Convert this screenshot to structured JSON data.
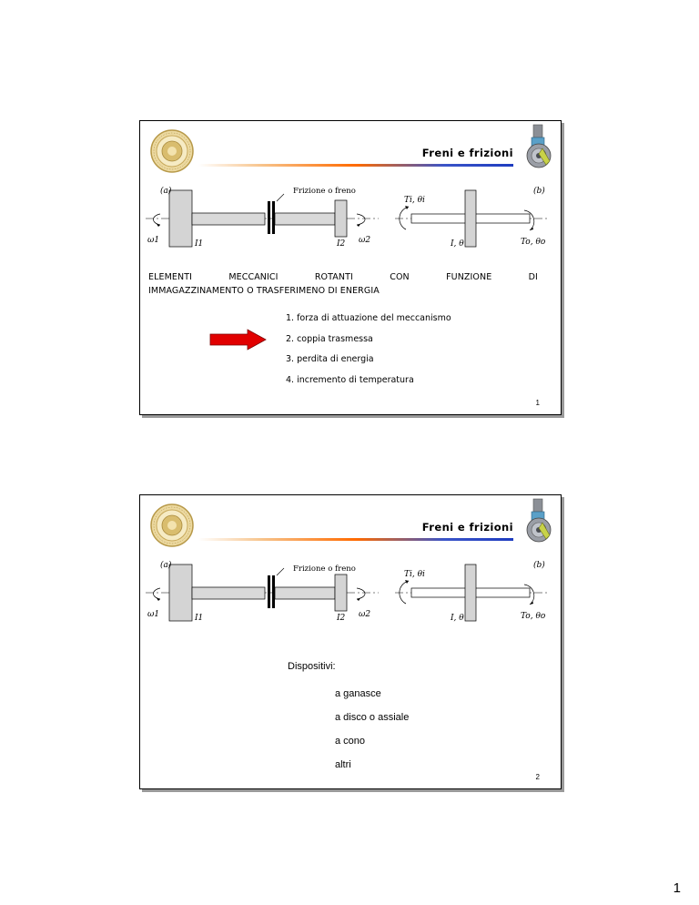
{
  "footer_page": "1",
  "slides": [
    {
      "title": "Freni e frizioni",
      "figure": {
        "label_a": "(a)",
        "label_b": "(b)",
        "clutch_label": "Frizione o freno",
        "omega1": "ω1",
        "omega2": "ω2",
        "inertia1": "I1",
        "inertia2": "I2",
        "torque_in": "Ti, θi",
        "torque_out": "To, θo",
        "inertia_b": "I, θ"
      },
      "heading_words": [
        "ELEMENTI",
        "MECCANICI",
        "ROTANTI",
        "CON",
        "FUNZIONE",
        "DI"
      ],
      "heading_line2": "IMMAGAZZINAMENTO O TRASFERIMENO DI ENERGIA",
      "list": [
        "1. forza di attuazione del meccanismo",
        "2. coppia trasmessa",
        "3. perdita di energia",
        "4. incremento di temperatura"
      ],
      "page_number": "1",
      "arrow_color": "#e10000"
    },
    {
      "title": "Freni e frizioni",
      "figure": {
        "label_a": "(a)",
        "label_b": "(b)",
        "clutch_label": "Frizione o freno",
        "omega1": "ω1",
        "omega2": "ω2",
        "inertia1": "I1",
        "inertia2": "I2",
        "torque_in": "Ti, θi",
        "torque_out": "To, θo",
        "inertia_b": "I, θ"
      },
      "devices_title": "Dispositivi:",
      "devices": [
        "a ganasce",
        "a disco o assiale",
        "a cono",
        "altri"
      ],
      "page_number": "2"
    }
  ]
}
